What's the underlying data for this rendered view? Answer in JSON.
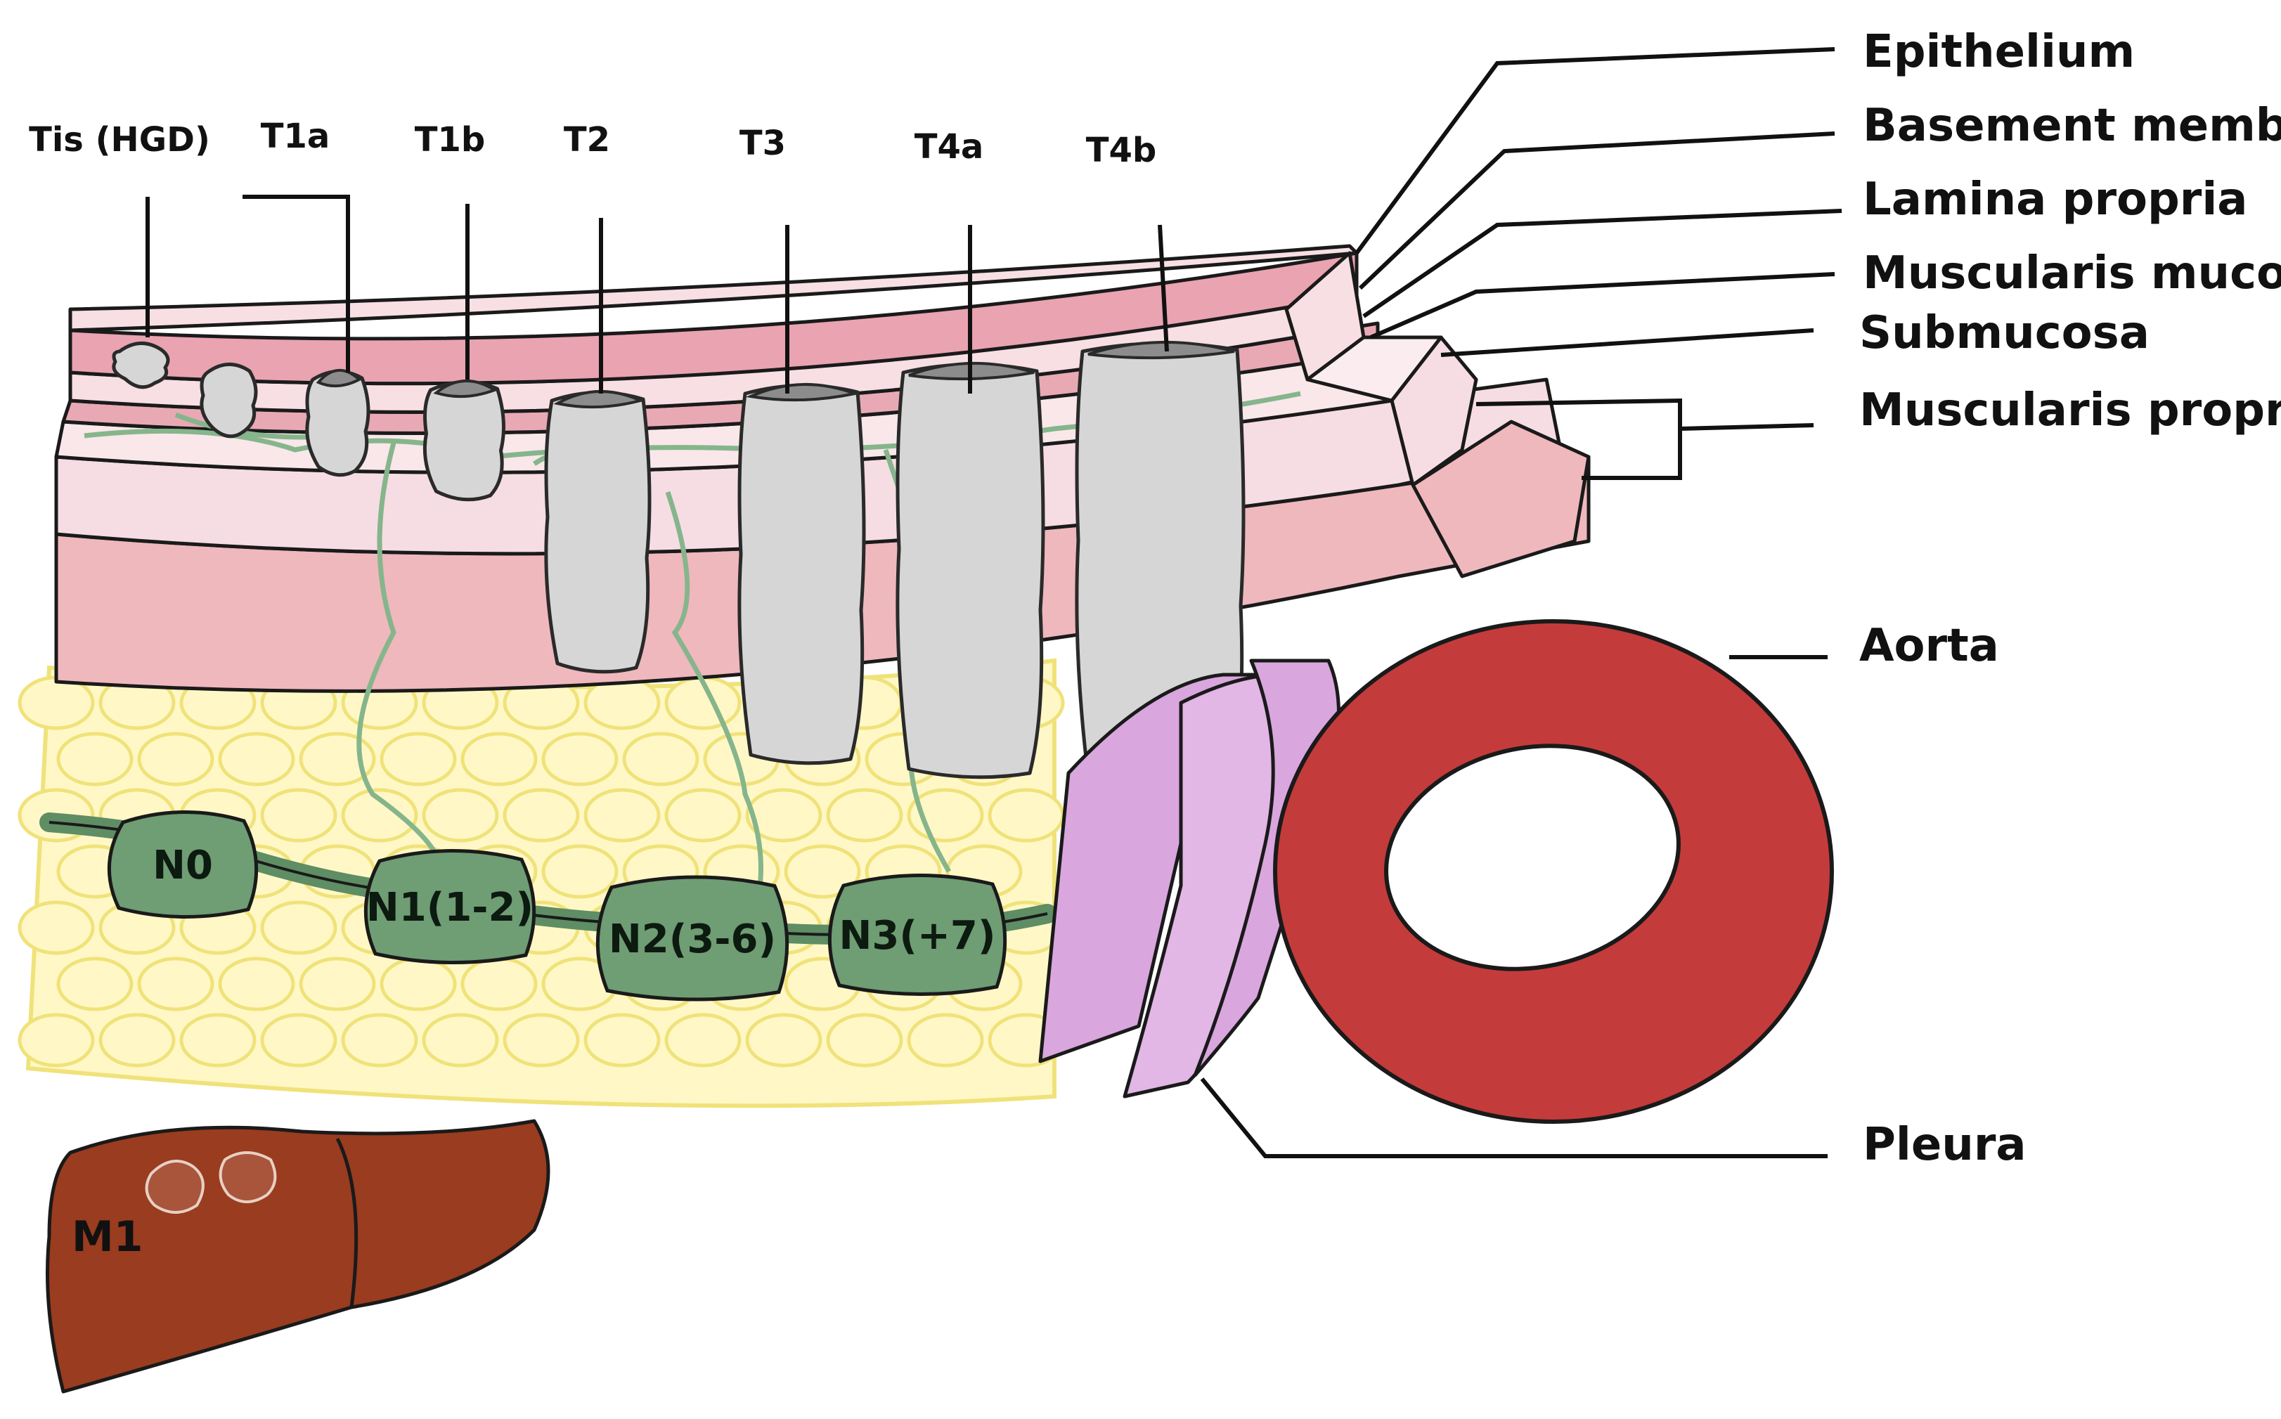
{
  "layer_labels": {
    "epithelium": "Epithelium",
    "basement_membrane": "Basement membrane",
    "lamina_propria": "Lamina propria",
    "muscularis_mucosa": "Muscularis mucosa",
    "submucosa": "Submucosa",
    "muscularis_propria": "Muscularis propria",
    "aorta": "Aorta",
    "pleura": "Pleura"
  },
  "t_stages": [
    "Tis (HGD)",
    "T1a",
    "T1b",
    "T2",
    "T3",
    "T4a",
    "T4b"
  ],
  "n_stages": [
    "N0",
    "N1(1-2)",
    "N2(3-6)",
    "N3(+7)"
  ],
  "m_stage": "M1",
  "colors": {
    "epithelium": "#f7dfe4",
    "mucosa": "#e8a9b5",
    "submucosa": "#f6dde3",
    "muscularis": "#efb8bd",
    "fat": "#fff8c6",
    "tumor": "#d6d6d6",
    "lymph_node": "#6f9d74",
    "aorta": "#c43b3b",
    "pleura": "#d9a6de",
    "liver": "#9a3c1f"
  }
}
